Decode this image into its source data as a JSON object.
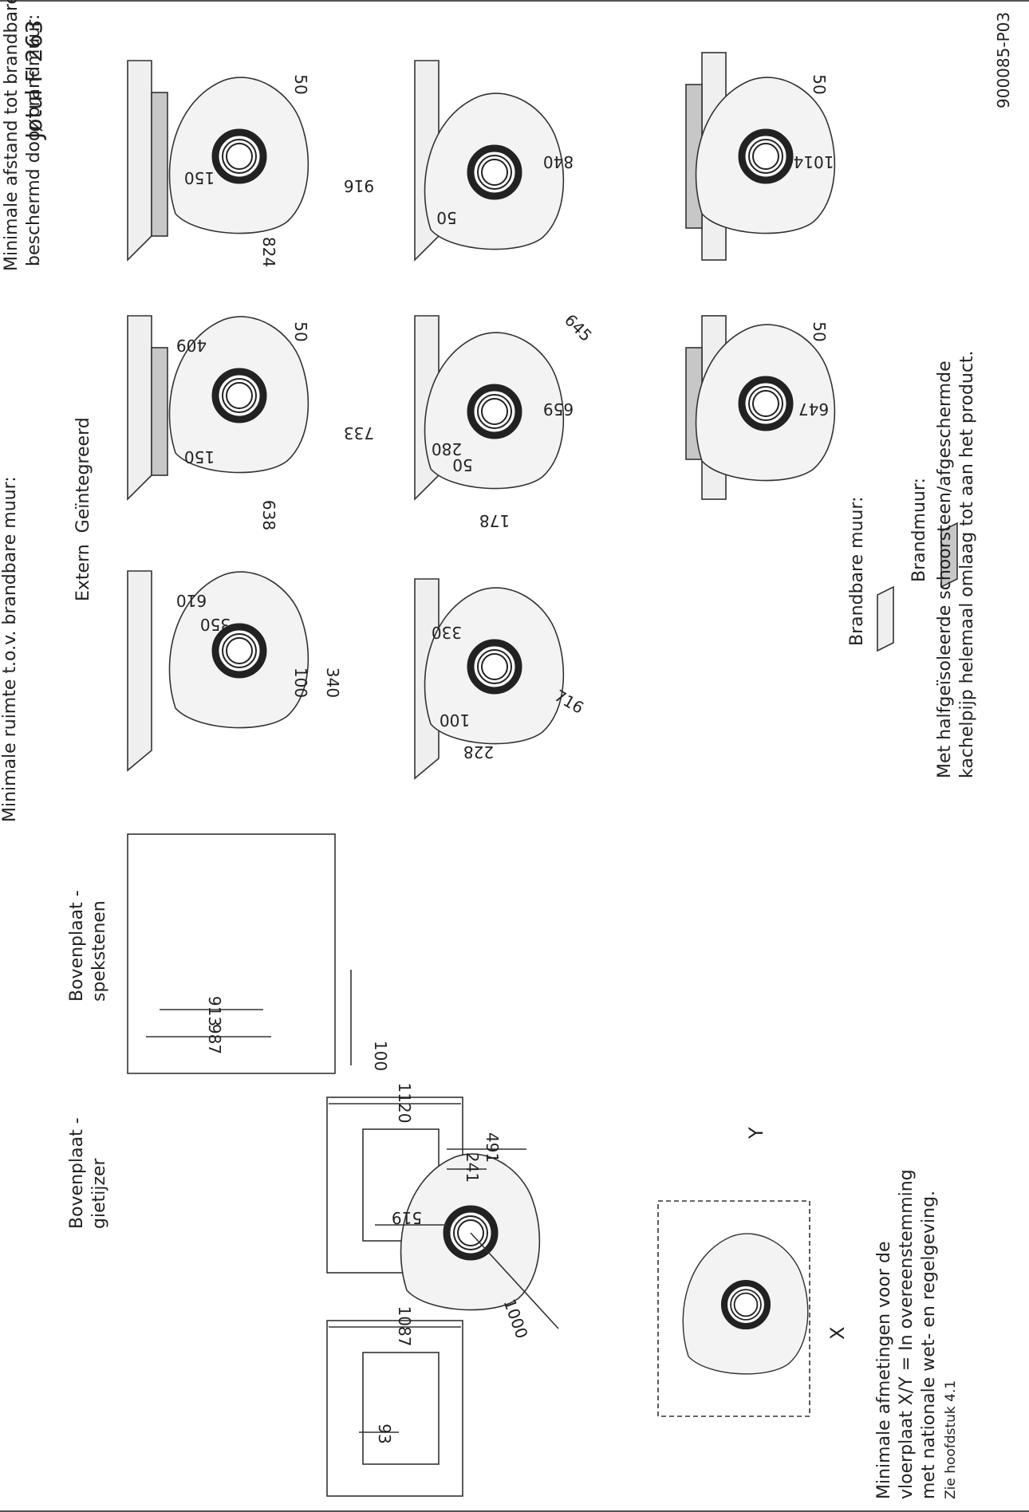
{
  "document": {
    "title": "Jøtul F 263",
    "doc_code": "900085-P03",
    "colors": {
      "wall_combustible": "#efefef",
      "wall_firewall": "#c7c7c7",
      "line": "#333333"
    }
  },
  "top_plates": {
    "cast_iron": {
      "label_1": "Bovenplaat -",
      "label_2": "gietijzer",
      "width": "1087"
    },
    "soapstone": {
      "label_1": "Bovenplaat -",
      "label_2": "spekstenen",
      "width": "1120"
    }
  },
  "side_view": {
    "dim_987": "987",
    "dim_913": "913",
    "dim_100": "100"
  },
  "legend": {
    "combustible": "Brandbare muur:",
    "firewall": "Brandmuur:"
  },
  "floor_plate": {
    "dims": {
      "d519": "519",
      "d241": "241",
      "d491": "491",
      "d93": "93",
      "d1000": "1000"
    },
    "x_label": "X",
    "y_label": "Y",
    "note_1": "Minimale afmetingen voor de",
    "note_2": "vloerplaat X/Y = In overeenstemming",
    "note_3": "met nationale wet- en regelgeving.",
    "note_4": "Zie hoofdstuk 4.1"
  },
  "section_combustible": {
    "heading": "Minimale ruimte t.o.v. brandbare muur:",
    "corner": {
      "d610": "610",
      "d350": "350",
      "d100": "100",
      "d340": "340"
    },
    "diagonal": {
      "d330": "330",
      "d100": "100",
      "d228": "228",
      "d716": "716"
    }
  },
  "section_firewall": {
    "heading_1": "Minimale afstand tot brandbare muur",
    "heading_2": "beschermd door brandmuur:",
    "sub_heading": "Extern  Geïntegreerd",
    "ext_corner": {
      "d409": "409",
      "d150": "150",
      "d638": "638",
      "d733": "733",
      "d50": "50"
    },
    "int_corner": {
      "d150": "150",
      "d824": "824",
      "d916": "916",
      "d50": "50"
    },
    "ext_diag": {
      "d280": "280",
      "d50": "50",
      "d178": "178",
      "d659": "659",
      "d645": "645"
    },
    "int_diag": {
      "d50": "50",
      "d840": "840"
    },
    "ext_flat": {
      "d647": "647",
      "d50": "50"
    },
    "int_flat": {
      "d1014": "1014",
      "d50": "50"
    },
    "note_1": "Met halfgeïsoleerde schoorsteen/afgeschermde",
    "note_2": "kachelpijp helemaal omlaag tot aan het product."
  }
}
